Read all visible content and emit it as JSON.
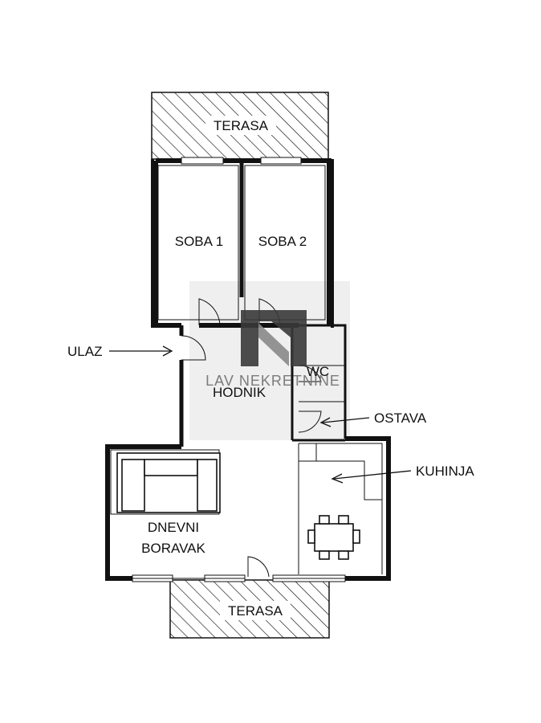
{
  "rooms": {
    "terrace_top": "TERASA",
    "room1": "SOBA 1",
    "room2": "SOBA 2",
    "hallway": "HODNIK",
    "wc": "WC",
    "living_line1": "DNEVNI",
    "living_line2": "BORAVAK",
    "terrace_bottom": "TERASA"
  },
  "callouts": {
    "entrance": "ULAZ",
    "storage": "OSTAVA",
    "kitchen": "KUHINJA"
  },
  "watermark": {
    "text": "LAV NEKRETNINE"
  },
  "colors": {
    "wall": "#111111",
    "watermark_panel": "#ececec",
    "watermark_logo": "#3a3a3a"
  }
}
